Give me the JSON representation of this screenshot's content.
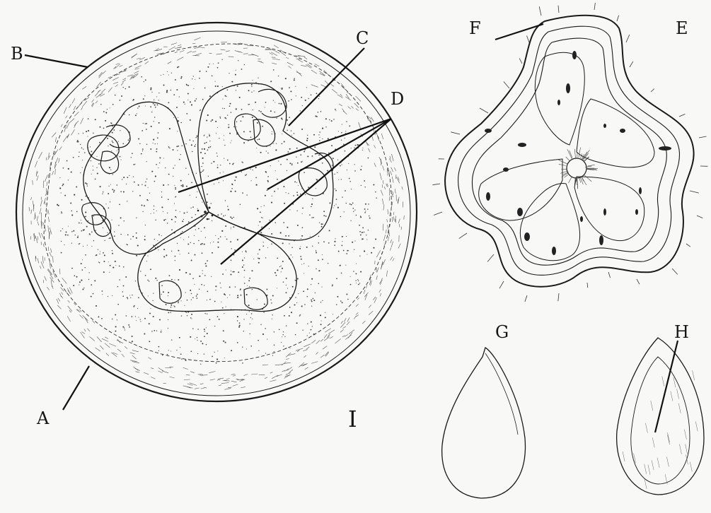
{
  "labels": {
    "A": "A",
    "B": "B",
    "C": "C",
    "D": "D",
    "E": "E",
    "F": "F",
    "G": "G",
    "H": "H",
    "I": "I"
  },
  "colors": {
    "ink": "#1a1a1a",
    "paper": "#f8f8f6",
    "stipple": "#444444"
  }
}
